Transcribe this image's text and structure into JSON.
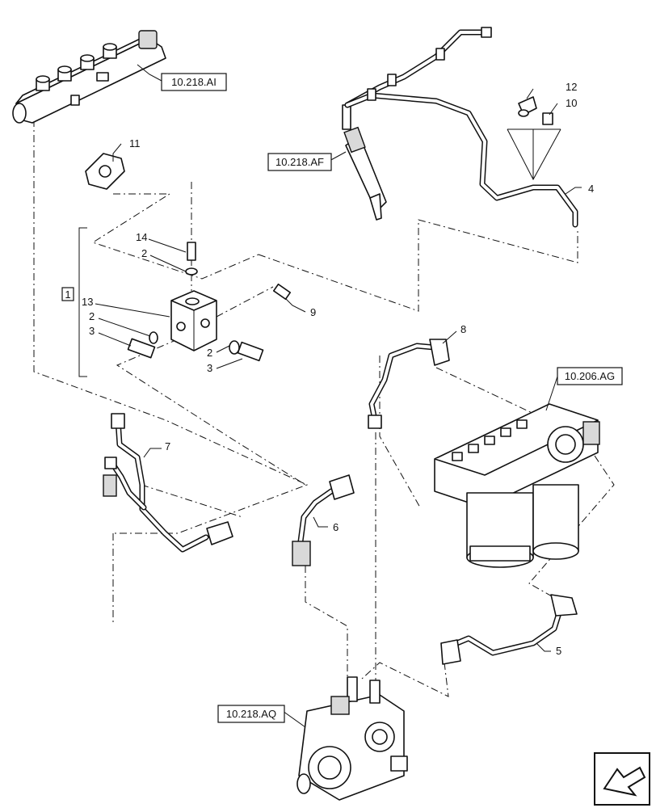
{
  "references": [
    {
      "id": "ref-10-218-ai",
      "text": "10.218.AI"
    },
    {
      "id": "ref-10-218-af",
      "text": "10.218.AF"
    },
    {
      "id": "ref-10-206-ag",
      "text": "10.206.AG"
    },
    {
      "id": "ref-10-218-aq",
      "text": "10.218.AQ"
    }
  ],
  "callouts": {
    "c1": "1",
    "c2a": "2",
    "c2b": "2",
    "c2c": "2",
    "c3a": "3",
    "c3b": "3",
    "c4": "4",
    "c5": "5",
    "c6": "6",
    "c7": "7",
    "c8": "8",
    "c9": "9",
    "c10": "10",
    "c11": "11",
    "c12": "12",
    "c13": "13",
    "c14": "14"
  },
  "icons": {
    "nav": "next-page-arrow-icon"
  }
}
